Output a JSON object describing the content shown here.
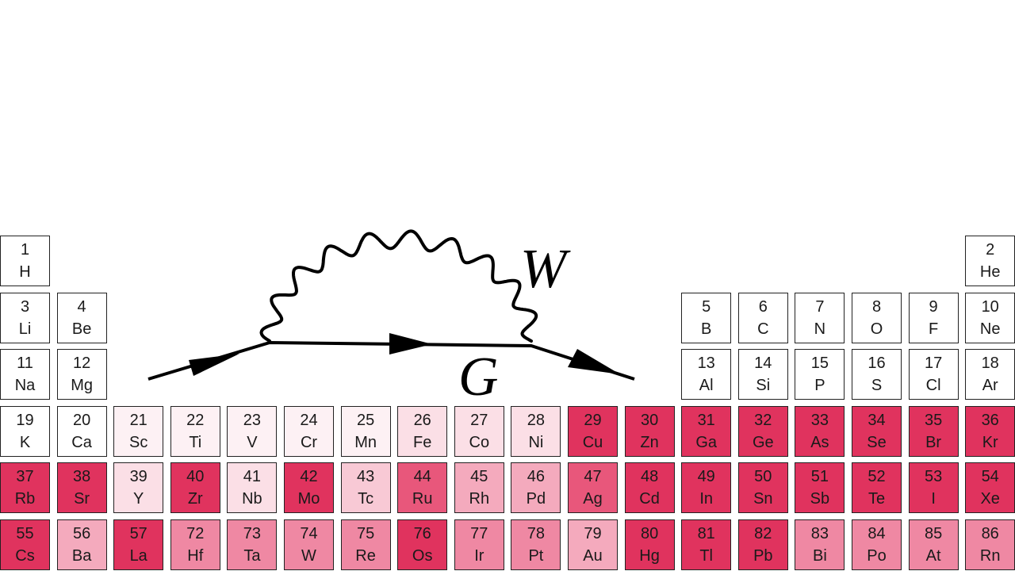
{
  "diagram": {
    "boson_label": "W",
    "propagator_label": "G"
  },
  "colors": {
    "0": "#ffffff",
    "1": "#fdf1f4",
    "2": "#fbdfe6",
    "3": "#f8c9d5",
    "4": "#f4aabd",
    "5": "#ef88a3",
    "6": "#e8577b",
    "7": "#e0335e"
  },
  "elements": [
    {
      "n": "1",
      "s": "H",
      "row": 1,
      "col": 1,
      "shade": 0
    },
    {
      "n": "2",
      "s": "He",
      "row": 1,
      "col": 18,
      "shade": 0
    },
    {
      "n": "3",
      "s": "Li",
      "row": 2,
      "col": 1,
      "shade": 0
    },
    {
      "n": "4",
      "s": "Be",
      "row": 2,
      "col": 2,
      "shade": 0
    },
    {
      "n": "5",
      "s": "B",
      "row": 2,
      "col": 13,
      "shade": 0
    },
    {
      "n": "6",
      "s": "C",
      "row": 2,
      "col": 14,
      "shade": 0
    },
    {
      "n": "7",
      "s": "N",
      "row": 2,
      "col": 15,
      "shade": 0
    },
    {
      "n": "8",
      "s": "O",
      "row": 2,
      "col": 16,
      "shade": 0
    },
    {
      "n": "9",
      "s": "F",
      "row": 2,
      "col": 17,
      "shade": 0
    },
    {
      "n": "10",
      "s": "Ne",
      "row": 2,
      "col": 18,
      "shade": 0
    },
    {
      "n": "11",
      "s": "Na",
      "row": 3,
      "col": 1,
      "shade": 0
    },
    {
      "n": "12",
      "s": "Mg",
      "row": 3,
      "col": 2,
      "shade": 0
    },
    {
      "n": "13",
      "s": "Al",
      "row": 3,
      "col": 13,
      "shade": 0
    },
    {
      "n": "14",
      "s": "Si",
      "row": 3,
      "col": 14,
      "shade": 0
    },
    {
      "n": "15",
      "s": "P",
      "row": 3,
      "col": 15,
      "shade": 0
    },
    {
      "n": "16",
      "s": "S",
      "row": 3,
      "col": 16,
      "shade": 0
    },
    {
      "n": "17",
      "s": "Cl",
      "row": 3,
      "col": 17,
      "shade": 0
    },
    {
      "n": "18",
      "s": "Ar",
      "row": 3,
      "col": 18,
      "shade": 0
    },
    {
      "n": "19",
      "s": "K",
      "row": 4,
      "col": 1,
      "shade": 0
    },
    {
      "n": "20",
      "s": "Ca",
      "row": 4,
      "col": 2,
      "shade": 0
    },
    {
      "n": "21",
      "s": "Sc",
      "row": 4,
      "col": 3,
      "shade": 1
    },
    {
      "n": "22",
      "s": "Ti",
      "row": 4,
      "col": 4,
      "shade": 1
    },
    {
      "n": "23",
      "s": "V",
      "row": 4,
      "col": 5,
      "shade": 1
    },
    {
      "n": "24",
      "s": "Cr",
      "row": 4,
      "col": 6,
      "shade": 1
    },
    {
      "n": "25",
      "s": "Mn",
      "row": 4,
      "col": 7,
      "shade": 1
    },
    {
      "n": "26",
      "s": "Fe",
      "row": 4,
      "col": 8,
      "shade": 2
    },
    {
      "n": "27",
      "s": "Co",
      "row": 4,
      "col": 9,
      "shade": 2
    },
    {
      "n": "28",
      "s": "Ni",
      "row": 4,
      "col": 10,
      "shade": 2
    },
    {
      "n": "29",
      "s": "Cu",
      "row": 4,
      "col": 11,
      "shade": 7
    },
    {
      "n": "30",
      "s": "Zn",
      "row": 4,
      "col": 12,
      "shade": 7
    },
    {
      "n": "31",
      "s": "Ga",
      "row": 4,
      "col": 13,
      "shade": 7
    },
    {
      "n": "32",
      "s": "Ge",
      "row": 4,
      "col": 14,
      "shade": 7
    },
    {
      "n": "33",
      "s": "As",
      "row": 4,
      "col": 15,
      "shade": 7
    },
    {
      "n": "34",
      "s": "Se",
      "row": 4,
      "col": 16,
      "shade": 7
    },
    {
      "n": "35",
      "s": "Br",
      "row": 4,
      "col": 17,
      "shade": 7
    },
    {
      "n": "36",
      "s": "Kr",
      "row": 4,
      "col": 18,
      "shade": 7
    },
    {
      "n": "37",
      "s": "Rb",
      "row": 5,
      "col": 1,
      "shade": 7
    },
    {
      "n": "38",
      "s": "Sr",
      "row": 5,
      "col": 2,
      "shade": 7
    },
    {
      "n": "39",
      "s": "Y",
      "row": 5,
      "col": 3,
      "shade": 2
    },
    {
      "n": "40",
      "s": "Zr",
      "row": 5,
      "col": 4,
      "shade": 7
    },
    {
      "n": "41",
      "s": "Nb",
      "row": 5,
      "col": 5,
      "shade": 2
    },
    {
      "n": "42",
      "s": "Mo",
      "row": 5,
      "col": 6,
      "shade": 7
    },
    {
      "n": "43",
      "s": "Tc",
      "row": 5,
      "col": 7,
      "shade": 3
    },
    {
      "n": "44",
      "s": "Ru",
      "row": 5,
      "col": 8,
      "shade": 6
    },
    {
      "n": "45",
      "s": "Rh",
      "row": 5,
      "col": 9,
      "shade": 4
    },
    {
      "n": "46",
      "s": "Pd",
      "row": 5,
      "col": 10,
      "shade": 4
    },
    {
      "n": "47",
      "s": "Ag",
      "row": 5,
      "col": 11,
      "shade": 6
    },
    {
      "n": "48",
      "s": "Cd",
      "row": 5,
      "col": 12,
      "shade": 7
    },
    {
      "n": "49",
      "s": "In",
      "row": 5,
      "col": 13,
      "shade": 7
    },
    {
      "n": "50",
      "s": "Sn",
      "row": 5,
      "col": 14,
      "shade": 7
    },
    {
      "n": "51",
      "s": "Sb",
      "row": 5,
      "col": 15,
      "shade": 7
    },
    {
      "n": "52",
      "s": "Te",
      "row": 5,
      "col": 16,
      "shade": 7
    },
    {
      "n": "53",
      "s": "I",
      "row": 5,
      "col": 17,
      "shade": 7
    },
    {
      "n": "54",
      "s": "Xe",
      "row": 5,
      "col": 18,
      "shade": 7
    },
    {
      "n": "55",
      "s": "Cs",
      "row": 6,
      "col": 1,
      "shade": 7
    },
    {
      "n": "56",
      "s": "Ba",
      "row": 6,
      "col": 2,
      "shade": 4
    },
    {
      "n": "57",
      "s": "La",
      "row": 6,
      "col": 3,
      "shade": 7
    },
    {
      "n": "72",
      "s": "Hf",
      "row": 6,
      "col": 4,
      "shade": 5
    },
    {
      "n": "73",
      "s": "Ta",
      "row": 6,
      "col": 5,
      "shade": 5
    },
    {
      "n": "74",
      "s": "W",
      "row": 6,
      "col": 6,
      "shade": 5
    },
    {
      "n": "75",
      "s": "Re",
      "row": 6,
      "col": 7,
      "shade": 5
    },
    {
      "n": "76",
      "s": "Os",
      "row": 6,
      "col": 8,
      "shade": 7
    },
    {
      "n": "77",
      "s": "Ir",
      "row": 6,
      "col": 9,
      "shade": 5
    },
    {
      "n": "78",
      "s": "Pt",
      "row": 6,
      "col": 10,
      "shade": 5
    },
    {
      "n": "79",
      "s": "Au",
      "row": 6,
      "col": 11,
      "shade": 4
    },
    {
      "n": "80",
      "s": "Hg",
      "row": 6,
      "col": 12,
      "shade": 7
    },
    {
      "n": "81",
      "s": "Tl",
      "row": 6,
      "col": 13,
      "shade": 7
    },
    {
      "n": "82",
      "s": "Pb",
      "row": 6,
      "col": 14,
      "shade": 7
    },
    {
      "n": "83",
      "s": "Bi",
      "row": 6,
      "col": 15,
      "shade": 5
    },
    {
      "n": "84",
      "s": "Po",
      "row": 6,
      "col": 16,
      "shade": 5
    },
    {
      "n": "85",
      "s": "At",
      "row": 6,
      "col": 17,
      "shade": 5
    },
    {
      "n": "86",
      "s": "Rn",
      "row": 6,
      "col": 18,
      "shade": 5
    }
  ]
}
